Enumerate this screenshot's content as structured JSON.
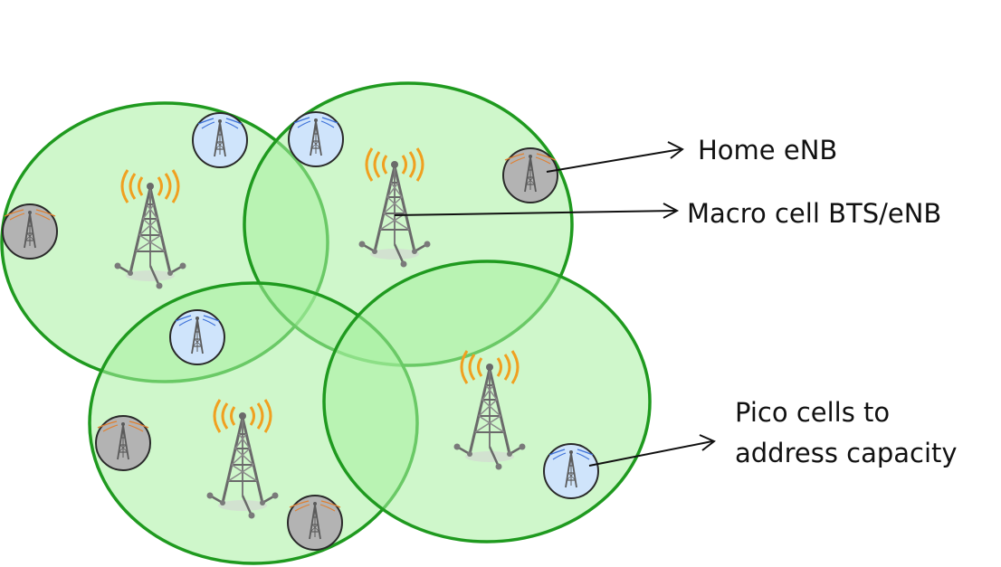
{
  "labels": {
    "home_enb": "Home eNB",
    "macro_cell": "Macro cell BTS/eNB",
    "pico_line1": "Pico cells to",
    "pico_line2": "address capacity"
  },
  "colors": {
    "cell_fill": "#a8f0a0",
    "cell_stroke": "#1f9a1f",
    "pico_fill": "#cfe4fb",
    "home_fill": "#b3b3b3",
    "tower": "#6a6a6a",
    "macro_wave": "#f0a020",
    "pico_wave": "#3a6fd8",
    "home_wave": "#e08030",
    "text": "#111111"
  },
  "icons": {
    "macro": "macro-tower-icon",
    "pico": "pico-cell-icon",
    "home": "home-enb-icon"
  }
}
